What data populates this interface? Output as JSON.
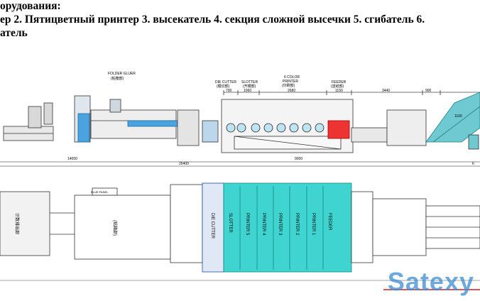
{
  "header": {
    "line1": "орудования:",
    "line2": "ер 2. Пятицветный принтер 3. высекатель 4. секция сложной высечки 5. сгибатель 6.",
    "line3": "атель"
  },
  "side_view": {
    "labels": {
      "folder_gluer": "FOLDER GLUER",
      "folder_gluer_cn": "(粘箱部)",
      "die_cutter": "DIE CUTTER",
      "die_cutter_cn": "(模切部)",
      "slotter": "SLOTTER",
      "slotter_cn": "(开槽部)",
      "color_printer_1": "6 COLOR",
      "color_printer_2": "PRINTER",
      "color_printer_cn": "(印刷部)",
      "feeder": "FEEDER",
      "feeder_cn": "(送纸部)"
    },
    "dimensions": {
      "d700": "700",
      "d1060": "1060",
      "d2680": "2680",
      "d1150": "1150",
      "d3440": "3440",
      "d900": "900",
      "d14000": "14000",
      "d9000": "9000",
      "d25400": "25400",
      "d6": "6",
      "d1100": "1100"
    }
  },
  "plan_view": {
    "sections": [
      "DIE CUTTER",
      "SLOTTER",
      "PRINTER 5",
      "PRINTER 4",
      "PRINTER 3",
      "PRINTER 2",
      "PRINTER 1",
      "FEEDER"
    ],
    "left_label": "计数排出部",
    "folder_label": "(粘箱部)",
    "blue_label": "BLUE PANEL"
  },
  "watermark": "Satexy"
}
